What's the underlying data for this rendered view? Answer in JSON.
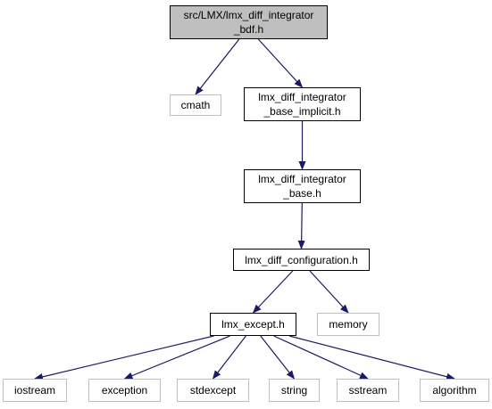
{
  "diagram": {
    "edge_color": "#191970",
    "nodes": {
      "root": {
        "label_line1": "src/LMX/lmx_diff_integrator",
        "label_line2": "_bdf.h",
        "fill": "#bfbfbf",
        "border": "#000000"
      },
      "cmath": {
        "label": "cmath",
        "border": "#bfbfbf"
      },
      "base_implicit": {
        "label_line1": "lmx_diff_integrator",
        "label_line2": "_base_implicit.h",
        "border": "#000000"
      },
      "base": {
        "label_line1": "lmx_diff_integrator",
        "label_line2": "_base.h",
        "border": "#000000"
      },
      "configuration": {
        "label": "lmx_diff_configuration.h",
        "border": "#000000"
      },
      "memory": {
        "label": "memory",
        "border": "#bfbfbf"
      },
      "except": {
        "label": "lmx_except.h",
        "border": "#000000"
      },
      "iostream": {
        "label": "iostream",
        "border": "#bfbfbf"
      },
      "exception": {
        "label": "exception",
        "border": "#bfbfbf"
      },
      "stdexcept": {
        "label": "stdexcept",
        "border": "#bfbfbf"
      },
      "string": {
        "label": "string",
        "border": "#bfbfbf"
      },
      "sstream": {
        "label": "sstream",
        "border": "#bfbfbf"
      },
      "algorithm": {
        "label": "algorithm",
        "border": "#bfbfbf"
      }
    },
    "edges": [
      {
        "from": "root",
        "to": "cmath"
      },
      {
        "from": "root",
        "to": "base_implicit"
      },
      {
        "from": "base_implicit",
        "to": "base"
      },
      {
        "from": "base",
        "to": "configuration"
      },
      {
        "from": "configuration",
        "to": "except"
      },
      {
        "from": "configuration",
        "to": "memory"
      },
      {
        "from": "except",
        "to": "iostream"
      },
      {
        "from": "except",
        "to": "exception"
      },
      {
        "from": "except",
        "to": "stdexcept"
      },
      {
        "from": "except",
        "to": "string"
      },
      {
        "from": "except",
        "to": "sstream"
      },
      {
        "from": "except",
        "to": "algorithm"
      }
    ]
  }
}
